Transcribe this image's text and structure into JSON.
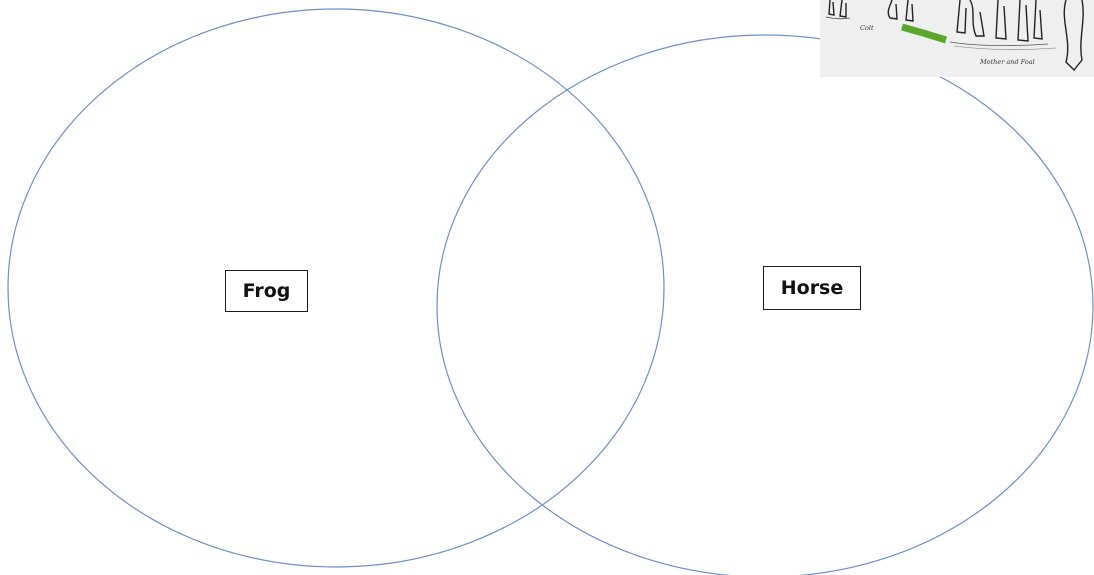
{
  "diagram": {
    "type": "venn",
    "sets": [
      {
        "label": "Frog"
      },
      {
        "label": "Horse"
      }
    ],
    "circle_color": "#6d8fc7"
  },
  "inset_image": {
    "subject": "horse life-cycle illustration",
    "captions": {
      "left": "Colt",
      "right": "Mother and Foal"
    },
    "arrow_color": "#5aa62a"
  }
}
